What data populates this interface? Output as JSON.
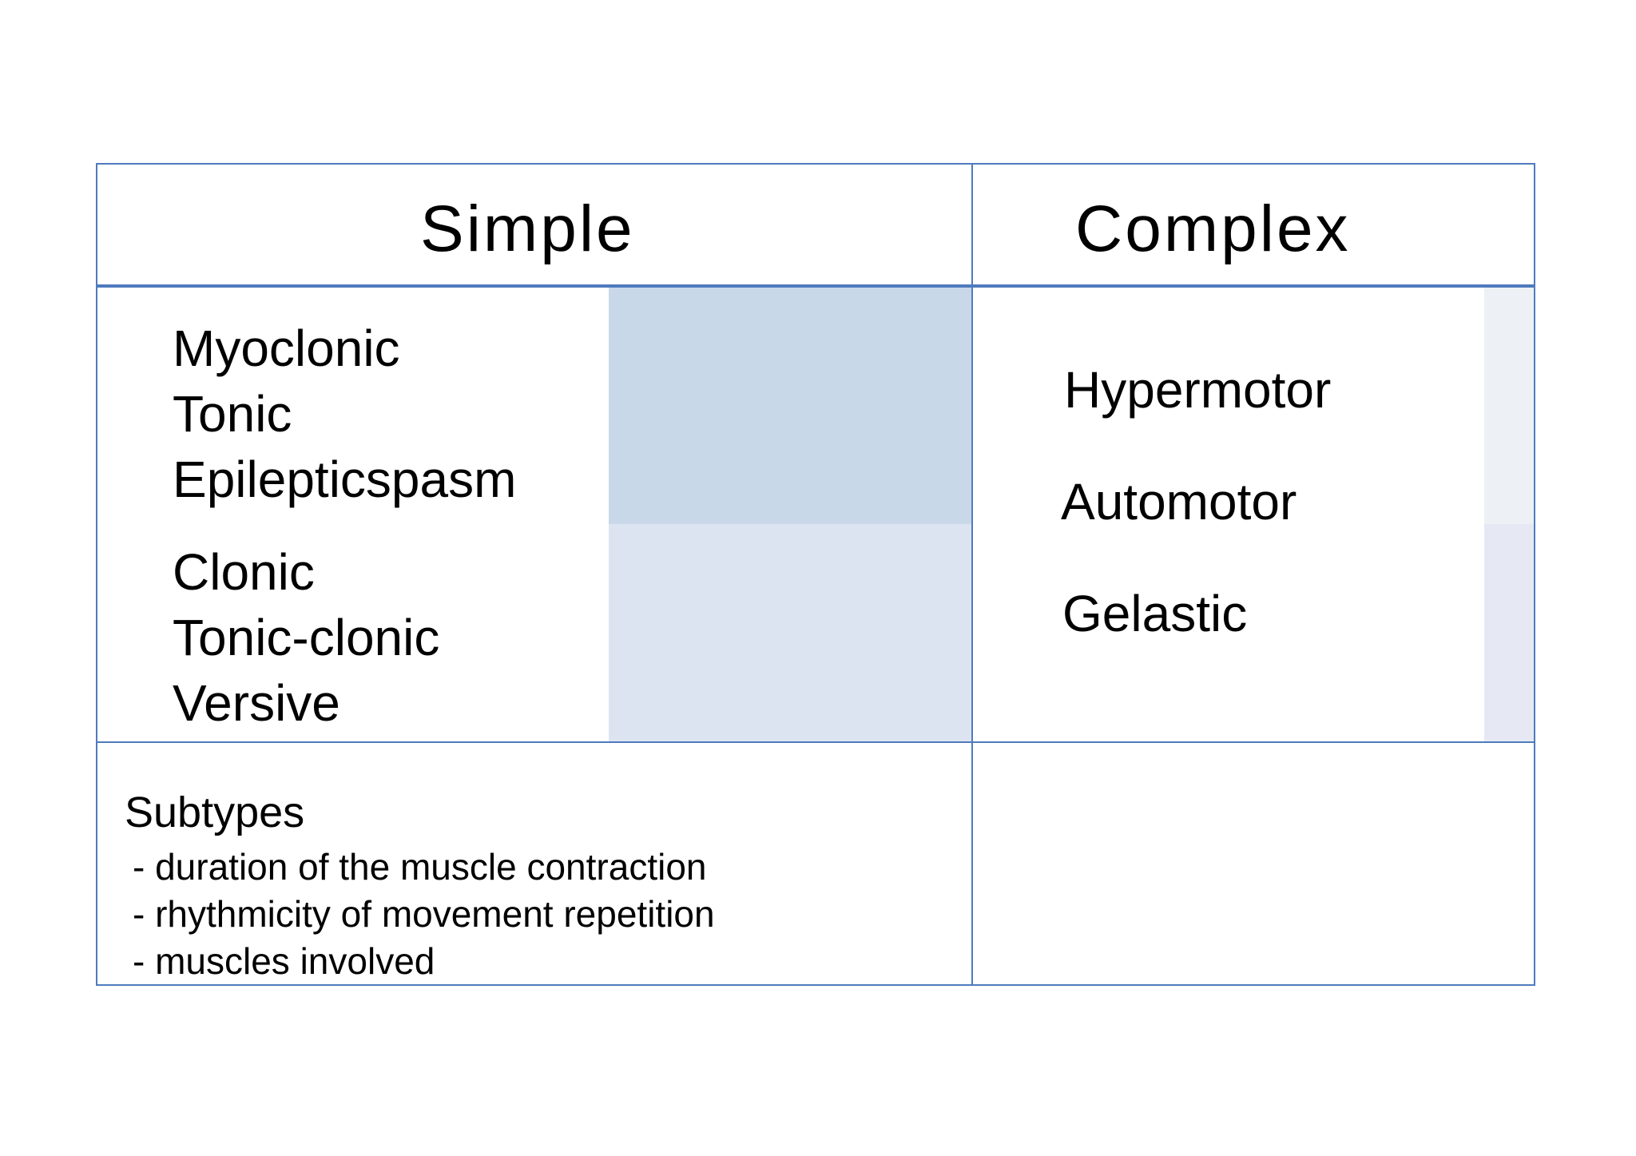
{
  "table": {
    "border_color": "#4f7bbd",
    "headers": {
      "simple": "Simple",
      "complex": "Complex"
    },
    "simple_group_1": [
      "Myoclonic",
      "Tonic",
      "Epilepticspasm"
    ],
    "simple_group_2": [
      "Clonic",
      "Tonic-clonic",
      "Versive"
    ],
    "complex_items": [
      "Hypermotor",
      "Automotor",
      "Gelastic"
    ],
    "subtypes": {
      "title": "Subtypes",
      "lines": [
        "- duration of the muscle contraction",
        "- rhythmicity of movement repetition",
        "- muscles involved"
      ]
    },
    "shade_colors": {
      "simple_upper": "#c9d8e9",
      "simple_lower": "#dde4f1",
      "complex_upper": "#edf1f5",
      "complex_lower": "#e6e9f4"
    }
  }
}
